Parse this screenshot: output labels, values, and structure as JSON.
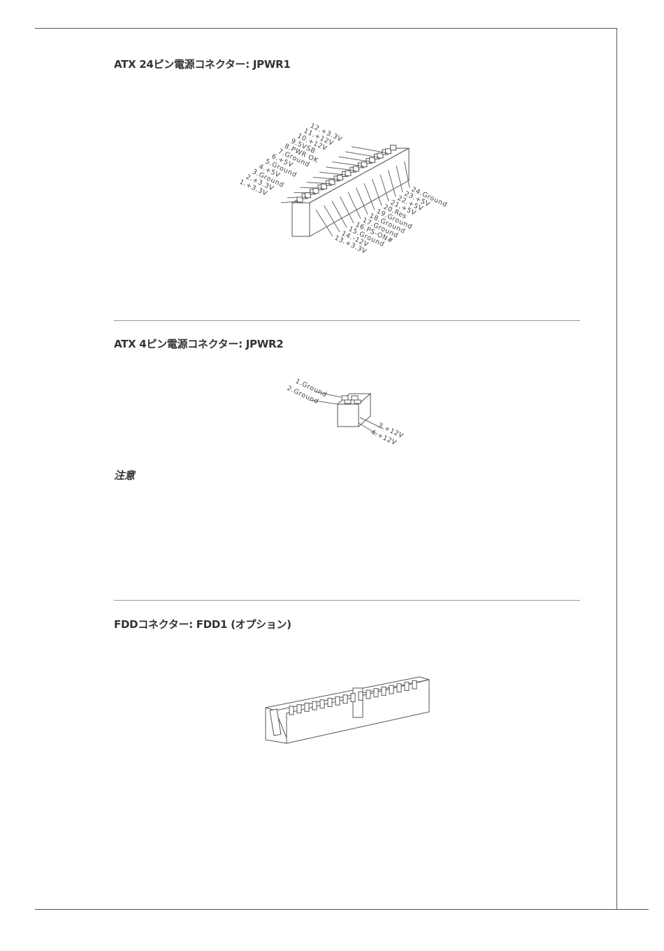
{
  "sections": {
    "jpwr1": {
      "title": "ATX 24ピン電源コネクター: JPWR1",
      "left_pins": [
        "12.+3.3V",
        "11.+12V",
        "10.+12V",
        "9.5VSB",
        "8.PWR OK",
        "7.Ground",
        "6.+5V",
        "5.Ground",
        "4.+5V",
        "3.Ground",
        "2.+3.3V",
        "1.+3.3V"
      ],
      "right_pins": [
        "24.Ground",
        "23.+5V",
        "22.+5V",
        "21.+5V",
        "20.Res",
        "19.Ground",
        "18.Ground",
        "17.Ground",
        "16.PS-ON#",
        "15.Ground",
        "14.-12V",
        "13.+3.3V"
      ]
    },
    "jpwr2": {
      "title": "ATX 4ピン電源コネクター: JPWR2",
      "left_pins": [
        "1.Ground",
        "2.Ground"
      ],
      "right_pins": [
        "3.+12V",
        "4.+12V"
      ]
    },
    "note": {
      "title": "注意"
    },
    "fdd1": {
      "title": "FDDコネクター: FDD1 (オプション)"
    }
  }
}
